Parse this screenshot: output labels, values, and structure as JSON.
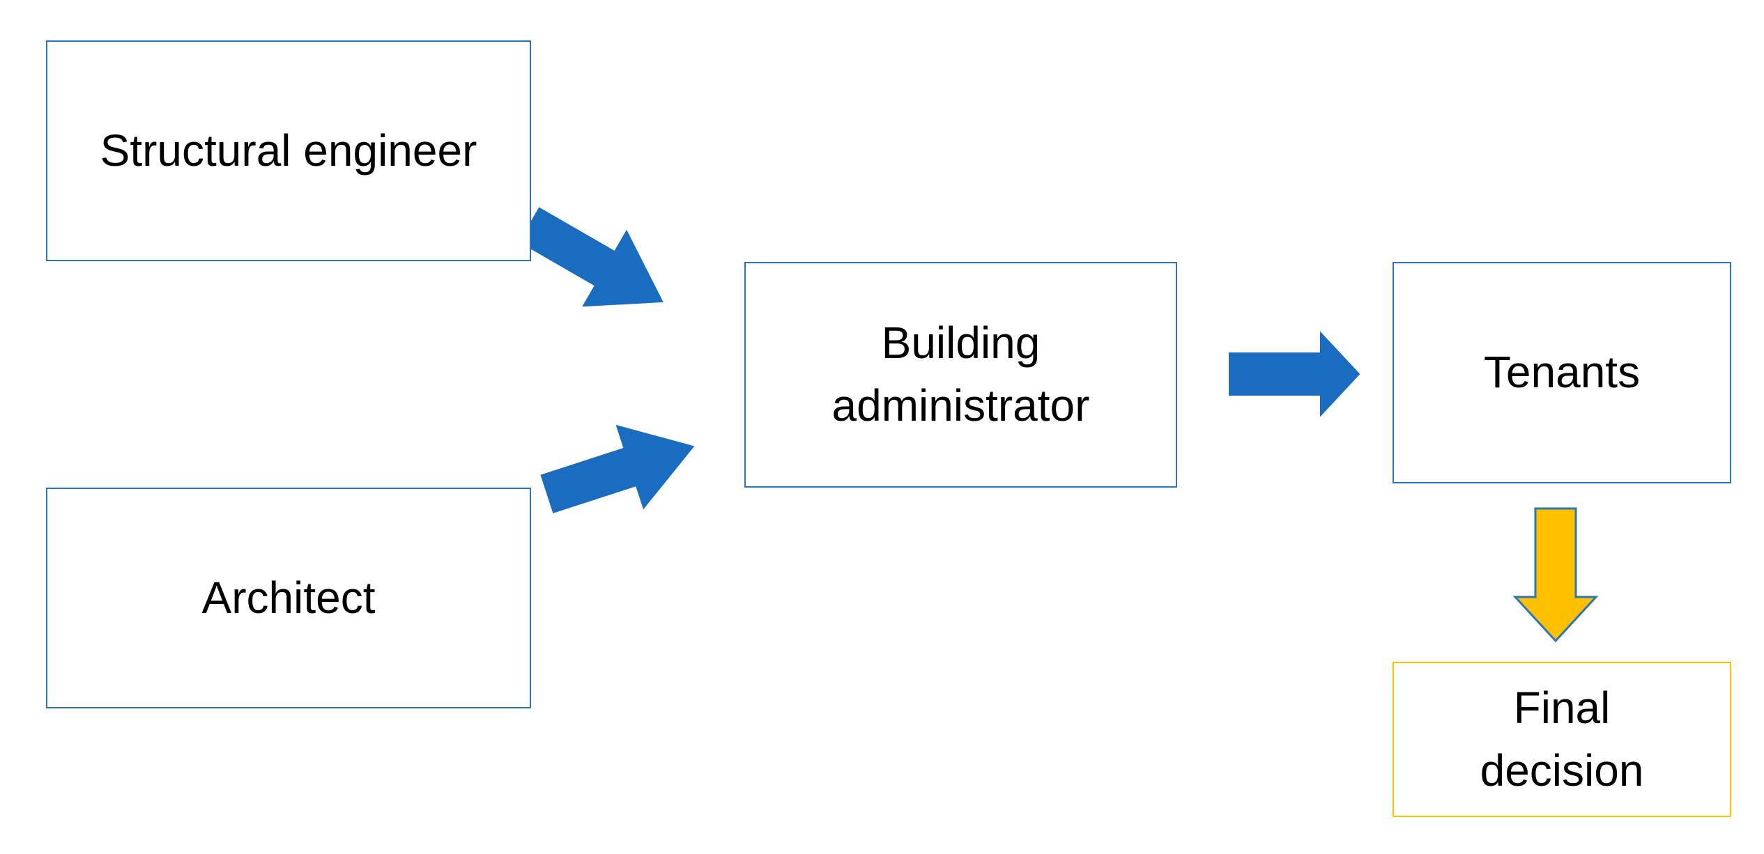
{
  "colors": {
    "blue_border": "#2e75b6",
    "blue_arrow": "#1a6cc1",
    "gold": "#ffc000",
    "gold_stroke": "#2e75b6"
  },
  "nodes": {
    "structural_engineer": {
      "lines": [
        "Structural engineer"
      ]
    },
    "architect": {
      "lines": [
        "Architect"
      ]
    },
    "building_administrator": {
      "lines": [
        "Building",
        "administrator"
      ]
    },
    "tenants": {
      "lines": [
        "Tenants"
      ]
    },
    "final_decision": {
      "lines": [
        "Final",
        "decision"
      ]
    }
  },
  "edges": [
    {
      "from": "Structural engineer",
      "to": "Building administrator",
      "color": "blue"
    },
    {
      "from": "Architect",
      "to": "Building administrator",
      "color": "blue"
    },
    {
      "from": "Building administrator",
      "to": "Tenants",
      "color": "blue"
    },
    {
      "from": "Tenants",
      "to": "Final decision",
      "color": "gold"
    }
  ]
}
